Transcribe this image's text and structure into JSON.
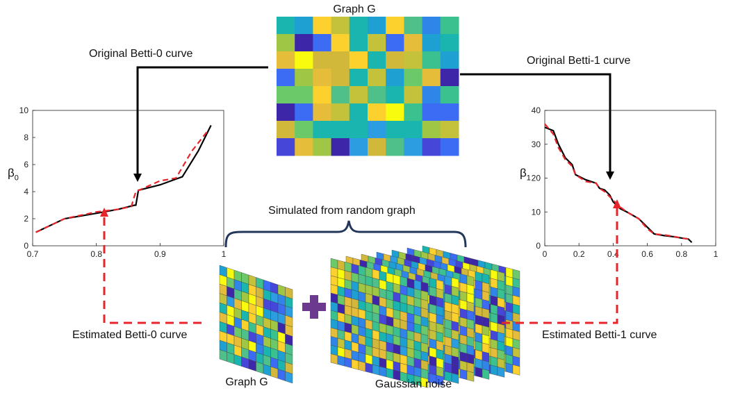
{
  "labels": {
    "graph_g_top": "Graph G",
    "original_betti0": "Original Betti-0 curve",
    "original_betti1": "Original Betti-1 curve",
    "simulated": "Simulated from random graph",
    "estimated_betti0": "Estimated Betti-0 curve",
    "estimated_betti1": "Estimated Betti-1 curve",
    "graph_g_bottom": "Graph G",
    "gaussian_noise": "Gaussian noise",
    "plus": "+"
  },
  "colors": {
    "original_curve": "#000000",
    "estimated_curve": "#e8242b",
    "bracket": "#23365a",
    "plus": "#6b3a8f"
  },
  "chart_data": [
    {
      "type": "line",
      "ylabel": "β",
      "ylabel_sub": "0",
      "xlim": [
        0.7,
        1
      ],
      "ylim": [
        0,
        10
      ],
      "xticks": [
        "0.7",
        "0.8",
        "0.9",
        "1"
      ],
      "yticks": [
        "0",
        "2",
        "4",
        "6",
        "8",
        "10"
      ],
      "series": [
        {
          "style": "original",
          "x": [
            0.705,
            0.75,
            0.8,
            0.835,
            0.86,
            0.862,
            0.866,
            0.9,
            0.935,
            0.96,
            0.98
          ],
          "y": [
            1.0,
            2.0,
            2.4,
            2.7,
            3.0,
            3.0,
            4.1,
            4.5,
            5.1,
            7.0,
            8.9
          ]
        },
        {
          "style": "estimated",
          "x": [
            0.705,
            0.75,
            0.8,
            0.835,
            0.855,
            0.858,
            0.862,
            0.9,
            0.925,
            0.95,
            0.975
          ],
          "y": [
            1.0,
            2.0,
            2.5,
            2.7,
            2.9,
            3.4,
            4.0,
            4.8,
            5.0,
            7.0,
            8.5
          ]
        }
      ]
    },
    {
      "type": "line",
      "ylabel": "β",
      "ylabel_sub": "1",
      "xlim": [
        0,
        1
      ],
      "ylim": [
        0,
        40
      ],
      "xticks": [
        "0",
        "0.2",
        "0.4",
        "0.6",
        "0.8",
        "1"
      ],
      "yticks": [
        "0",
        "10",
        "20",
        "30",
        "40"
      ],
      "series": [
        {
          "style": "original",
          "x": [
            0,
            0.05,
            0.08,
            0.12,
            0.16,
            0.18,
            0.24,
            0.3,
            0.32,
            0.35,
            0.38,
            0.4,
            0.42,
            0.44,
            0.48,
            0.55,
            0.6,
            0.64,
            0.7,
            0.75,
            0.8,
            0.84,
            0.86
          ],
          "y": [
            35,
            34,
            30,
            26,
            24,
            21,
            19.5,
            18.5,
            17,
            16.5,
            15,
            13,
            12,
            11,
            10,
            8,
            5.5,
            3.5,
            3,
            2.7,
            2.3,
            2,
            1
          ]
        },
        {
          "style": "estimated",
          "x": [
            0,
            0.05,
            0.08,
            0.12,
            0.16,
            0.18,
            0.24,
            0.3,
            0.32,
            0.35,
            0.38,
            0.4,
            0.42,
            0.44,
            0.48,
            0.55,
            0.6,
            0.64,
            0.7,
            0.75,
            0.8,
            0.84
          ],
          "y": [
            36,
            33,
            29,
            25.5,
            23.5,
            21,
            19,
            18.5,
            17,
            16,
            14.5,
            13.5,
            12.5,
            11.5,
            10,
            8,
            5,
            3.5,
            3.2,
            2.8,
            2.3,
            2
          ]
        }
      ]
    }
  ]
}
